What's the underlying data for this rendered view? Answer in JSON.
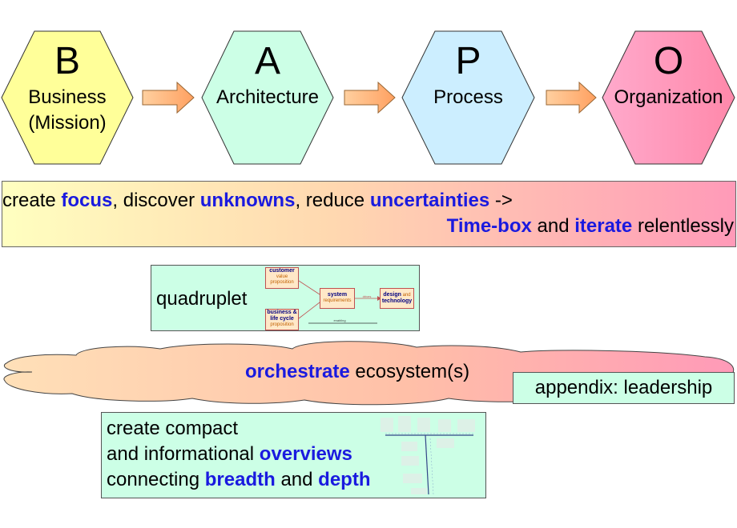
{
  "hexagons": [
    {
      "letter": "B",
      "label_lines": [
        "Business",
        "(Mission)"
      ],
      "color": "#ffff99"
    },
    {
      "letter": "A",
      "label_lines": [
        "Architecture"
      ],
      "color": "#ccffe6"
    },
    {
      "letter": "P",
      "label_lines": [
        "Process"
      ],
      "color": "#cceeff"
    },
    {
      "letter": "O",
      "label_lines": [
        "Organization"
      ],
      "color": "#ff99bb"
    }
  ],
  "banner": {
    "line1": [
      {
        "text": "create ",
        "kw": false
      },
      {
        "text": "focus",
        "kw": true
      },
      {
        "text": ", discover ",
        "kw": false
      },
      {
        "text": "unknowns",
        "kw": true
      },
      {
        "text": ", reduce ",
        "kw": false
      },
      {
        "text": "uncertainties",
        "kw": true
      },
      {
        "text": " ->",
        "kw": false
      }
    ],
    "line2": [
      {
        "text": "Time-box",
        "kw": true
      },
      {
        "text": " and ",
        "kw": false
      },
      {
        "text": "iterate",
        "kw": true
      },
      {
        "text": " relentlessly",
        "kw": false
      }
    ]
  },
  "quadruplet": {
    "label": "quadruplet",
    "customer_title": "customer",
    "customer_sub1": "value",
    "customer_sub2": "proposition",
    "business_title1": "business &",
    "business_title2": "life cycle",
    "business_sub": "proposition",
    "system_title": "system",
    "system_sub": "requirements",
    "design_title1": "design",
    "design_and": "and",
    "design_title2": "technology",
    "arrow_label": "drives",
    "enabling_label": "enabling"
  },
  "ecosystem": {
    "kw": "orchestrate",
    "rest": " ecosystem(s)"
  },
  "appendix": {
    "label": "appendix: leadership"
  },
  "overview": {
    "line1": "create compact",
    "line2_pre": "and informational ",
    "line2_kw": "overviews",
    "line3_pre": "connecting ",
    "line3_kw1": "breadth",
    "line3_mid": " and ",
    "line3_kw2": "depth"
  }
}
